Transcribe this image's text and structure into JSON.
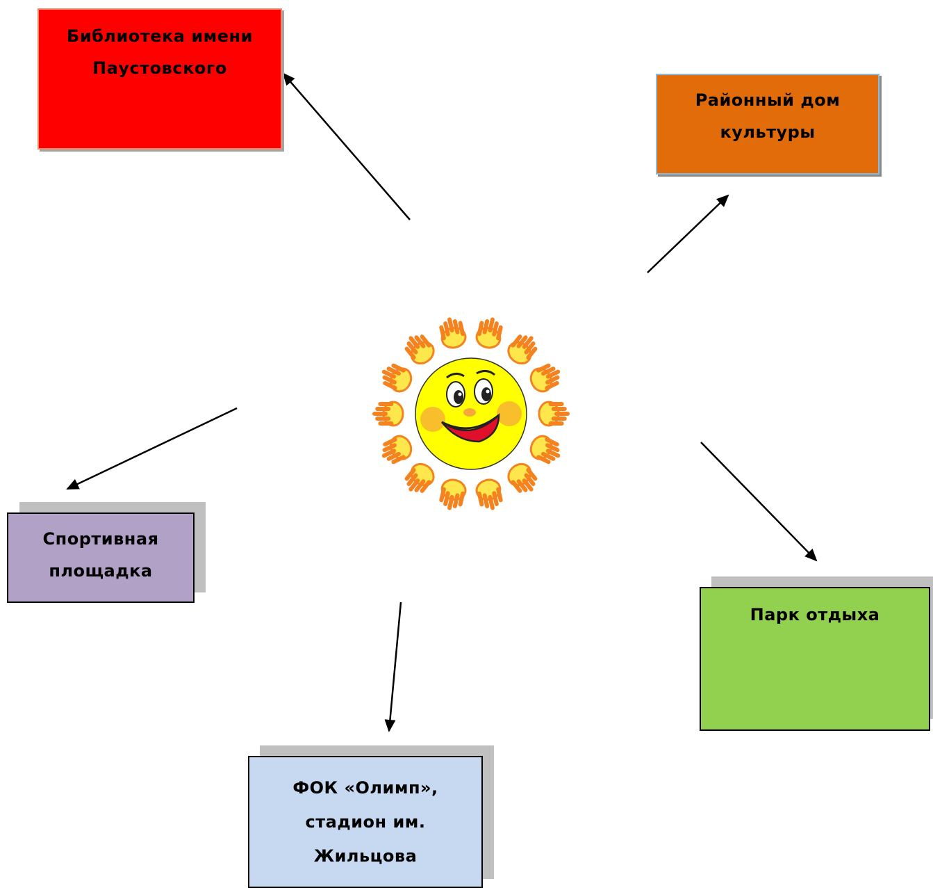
{
  "nodes": {
    "library": {
      "lines": [
        "Библиотека имени",
        "Паустовского"
      ],
      "color": "#ff0000"
    },
    "culture": {
      "lines": [
        "Районный дом",
        "культуры"
      ],
      "color": "#e36c0a"
    },
    "sport": {
      "lines": [
        "Спортивная",
        "площадка"
      ],
      "color": "#b2a1c7"
    },
    "park": {
      "lines": [
        "Парк отдыха"
      ],
      "color": "#92d050"
    },
    "fok": {
      "lines": [
        "ФОК «Олимп»,",
        "стадион им.",
        "Жильцова"
      ],
      "color": "#c6d9f1"
    }
  },
  "center": {
    "icon": "smiling-sun-icon",
    "face_color": "#ffff00",
    "ray_color": "#f4831f"
  }
}
